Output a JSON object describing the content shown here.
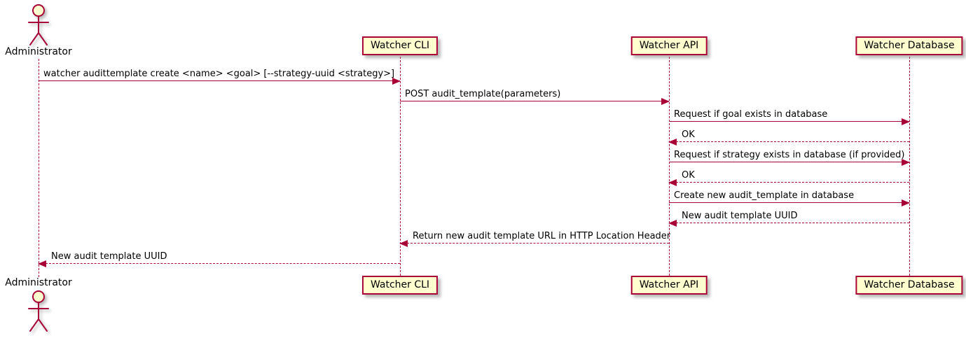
{
  "actor": {
    "id": "administrator",
    "name": "Administrator"
  },
  "participants": [
    {
      "id": "cli",
      "label": "Watcher CLI"
    },
    {
      "id": "api",
      "label": "Watcher API"
    },
    {
      "id": "db",
      "label": "Watcher Database"
    }
  ],
  "colors": {
    "accent": "#A80036",
    "participant_fill": "#FEFECE",
    "background": "#FFFFFF",
    "text": "#000000"
  },
  "messages": [
    {
      "from": "administrator",
      "to": "cli",
      "style": "solid",
      "text": "watcher audittemplate create <name> <goal> [--strategy-uuid <strategy>]"
    },
    {
      "from": "cli",
      "to": "api",
      "style": "solid",
      "text": "POST audit_template(parameters)"
    },
    {
      "from": "api",
      "to": "db",
      "style": "solid",
      "text": "Request if goal exists in database"
    },
    {
      "from": "db",
      "to": "api",
      "style": "dashed",
      "text": "OK"
    },
    {
      "from": "api",
      "to": "db",
      "style": "solid",
      "text": "Request if strategy exists in database (if provided)"
    },
    {
      "from": "db",
      "to": "api",
      "style": "dashed",
      "text": "OK"
    },
    {
      "from": "api",
      "to": "db",
      "style": "solid",
      "text": "Create new audit_template in database"
    },
    {
      "from": "db",
      "to": "api",
      "style": "dashed",
      "text": "New audit template UUID"
    },
    {
      "from": "api",
      "to": "cli",
      "style": "dashed",
      "text": "Return new audit template URL in HTTP Location Header"
    },
    {
      "from": "cli",
      "to": "administrator",
      "style": "dashed",
      "text": "New audit template UUID"
    }
  ]
}
